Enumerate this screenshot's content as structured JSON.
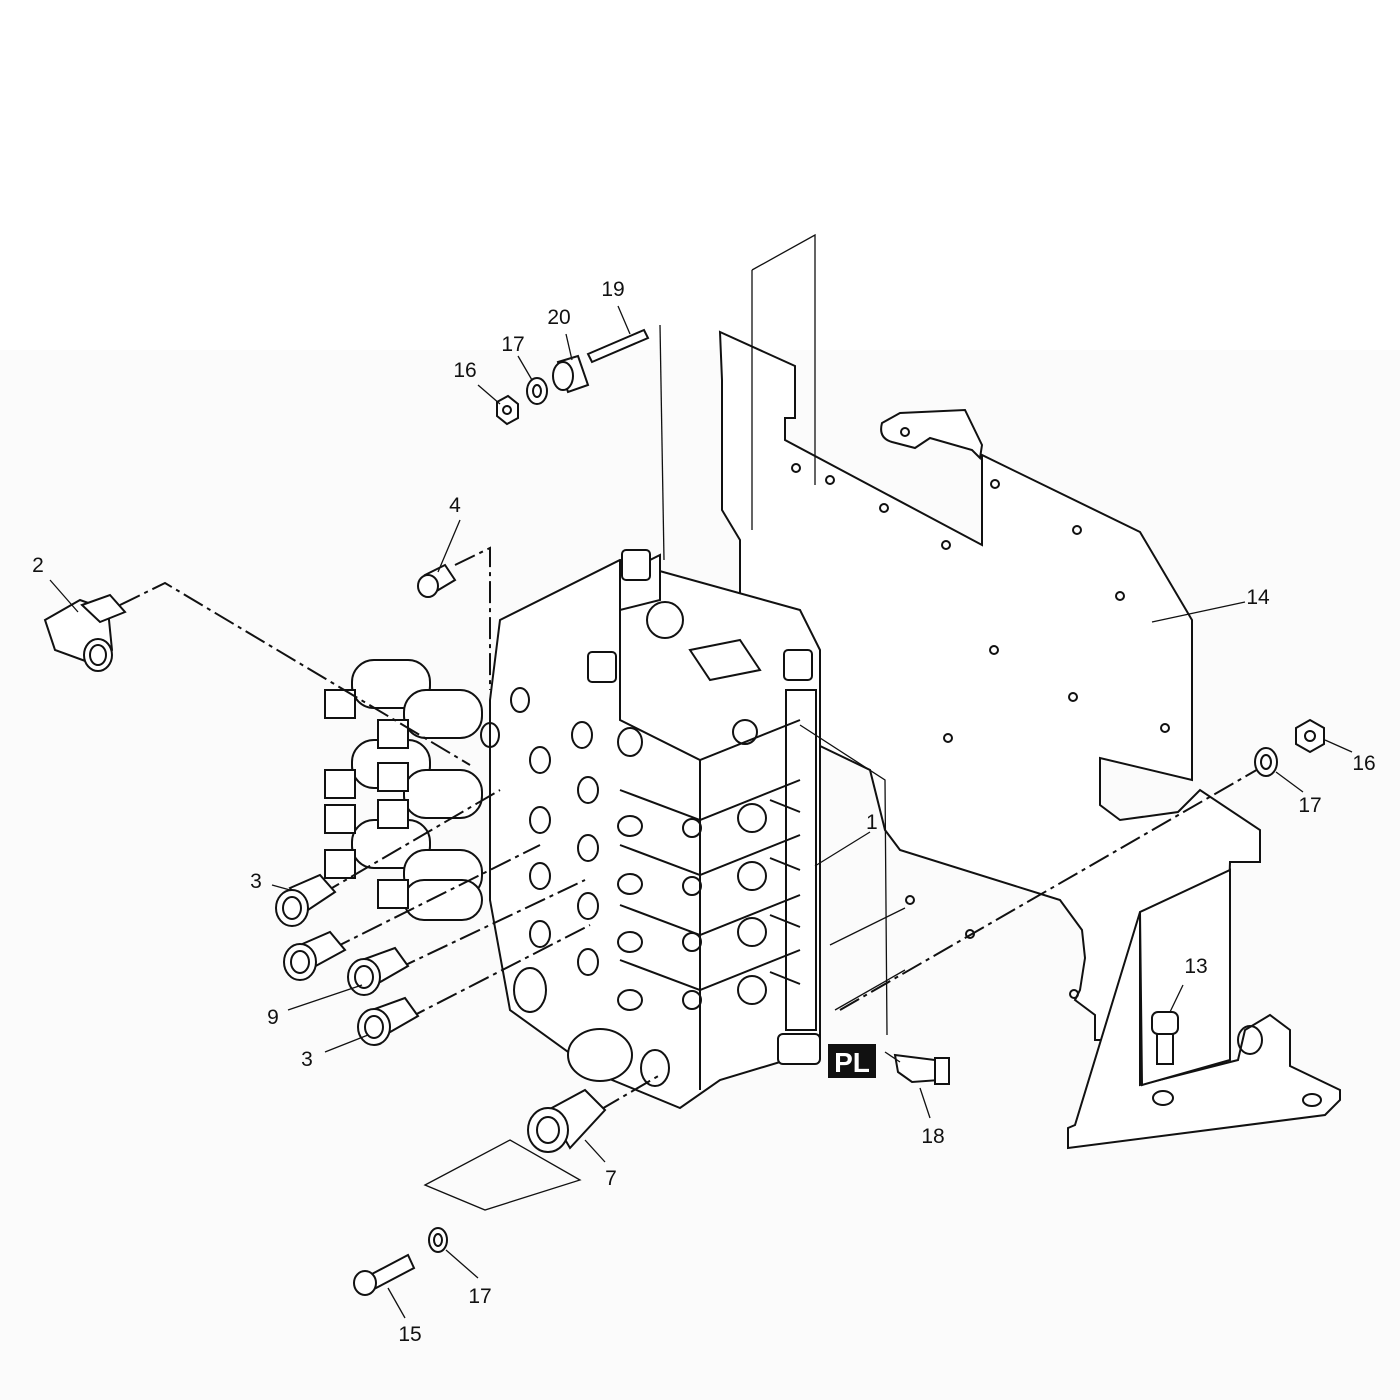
{
  "diagram": {
    "badge": "PL",
    "callouts": [
      {
        "id": "c1",
        "label": "1"
      },
      {
        "id": "c2",
        "label": "2"
      },
      {
        "id": "c3a",
        "label": "3"
      },
      {
        "id": "c3b",
        "label": "3"
      },
      {
        "id": "c4",
        "label": "4"
      },
      {
        "id": "c7",
        "label": "7"
      },
      {
        "id": "c9",
        "label": "9"
      },
      {
        "id": "c13",
        "label": "13"
      },
      {
        "id": "c14",
        "label": "14"
      },
      {
        "id": "c15",
        "label": "15"
      },
      {
        "id": "c16a",
        "label": "16"
      },
      {
        "id": "c16b",
        "label": "16"
      },
      {
        "id": "c17a",
        "label": "17"
      },
      {
        "id": "c17b",
        "label": "17"
      },
      {
        "id": "c17c",
        "label": "17"
      },
      {
        "id": "c18",
        "label": "18"
      },
      {
        "id": "c19",
        "label": "19"
      },
      {
        "id": "c20",
        "label": "20"
      }
    ]
  },
  "colors": {
    "line": "#111111",
    "background_top": "#ffffff",
    "background_bottom": "#fbfbfb",
    "badge": "#111111"
  }
}
